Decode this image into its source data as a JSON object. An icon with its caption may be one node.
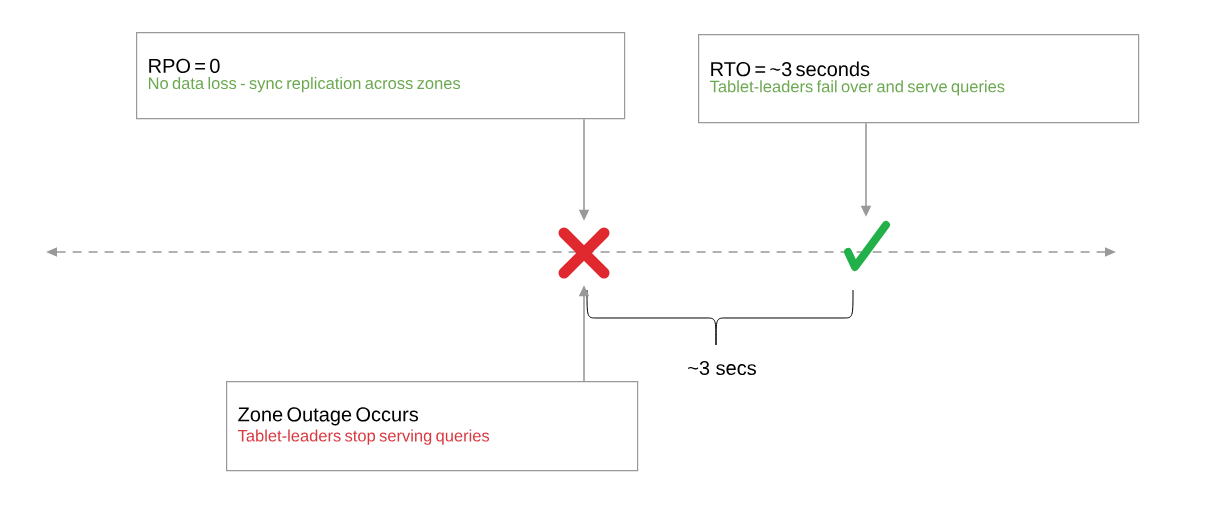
{
  "diagram": {
    "nodes": [
      {
        "text": [
          "RPO = 0",
          "No data loss - sync replication across zones"
        ]
      },
      {
        "text": [
          "RTO = ~3 seconds",
          "Tablet-leaders fail over and serve queries"
        ]
      },
      {
        "text": [
          "Zone Outage Occurs",
          "Tablet-leaders stop serving queries"
        ]
      },
      {
        "text": [],
        "shape": "cross"
      },
      {
        "text": [],
        "shape": "check"
      }
    ],
    "edges": [
      {
        "from": 0,
        "to": 3,
        "arrow": "to"
      },
      {
        "from": 1,
        "to": 4,
        "arrow": "to"
      },
      {
        "from": 2,
        "to": 3,
        "arrow": "to"
      }
    ],
    "labels": [
      "~3 secs"
    ]
  }
}
